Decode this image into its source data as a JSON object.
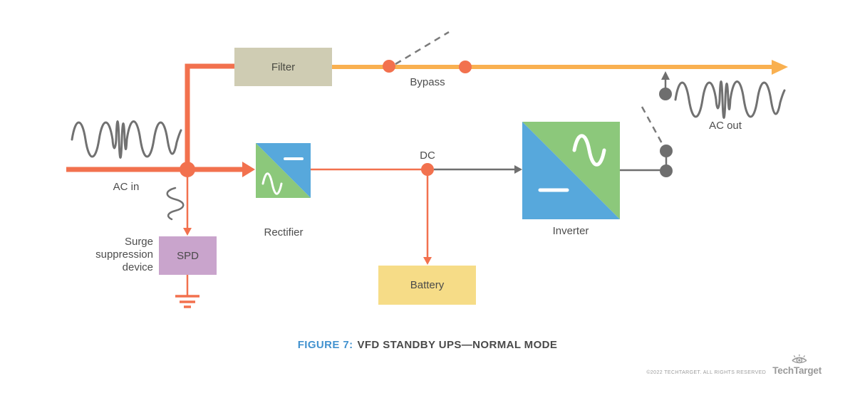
{
  "nodes": {
    "filter": "Filter",
    "rectifier": "Rectifier",
    "inverter": "Inverter",
    "battery": "Battery",
    "spd": "SPD"
  },
  "labels": {
    "ac_in": "AC in",
    "ac_out": "AC out",
    "bypass": "Bypass",
    "dc": "DC",
    "surge_device": "Surge suppression device"
  },
  "caption": {
    "figure_label": "FIGURE 7:",
    "title": "VFD STANDBY UPS—NORMAL MODE"
  },
  "footer": {
    "copyright": "©2022 TECHTARGET. ALL RIGHTS RESERVED",
    "brand": "TechTarget"
  },
  "colors": {
    "ac_line": "#F2714E",
    "bypass_line": "#F9B050",
    "gray_line": "#6F6F6F",
    "filter_box": "#CFCCB3",
    "spd_box": "#C9A4CC",
    "battery_box": "#F6DC87",
    "converter_blue": "#57A8DC",
    "converter_green": "#8CC87B",
    "caption_accent": "#4292CF",
    "label_text": "#4D4D4D",
    "footer_text": "#9C9C9C"
  }
}
